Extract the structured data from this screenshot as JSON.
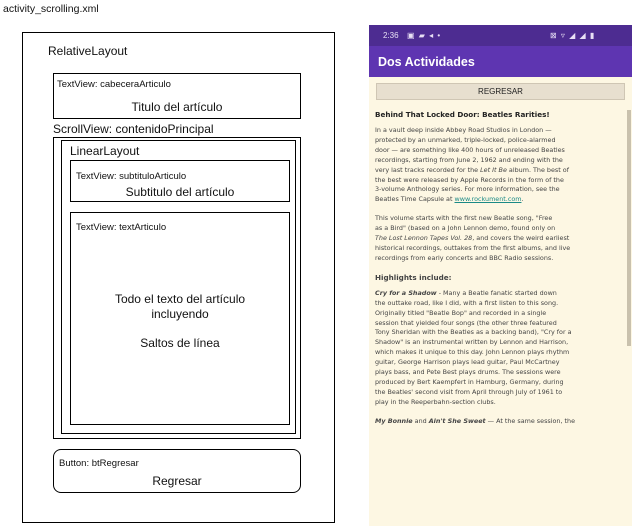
{
  "diagram": {
    "file_name": "activity_scrolling.xml",
    "relative_layout": "RelativeLayout",
    "cabecera": {
      "label": "TextView: cabeceraArticulo",
      "text": "Titulo del artículo"
    },
    "scrollview": "ScrollView: contenidoPrincipal",
    "linear_layout": "LinearLayout",
    "subtitulo": {
      "label": "TextView: subtituloArticulo",
      "text": "Subtitulo del artículo"
    },
    "texto": {
      "label": "TextView: textArticulo",
      "line1": "Todo el texto del artículo",
      "line2": "incluyendo",
      "line3": "Saltos de línea"
    },
    "boton": {
      "label": "Button: btRegresar",
      "text": "Regresar"
    }
  },
  "phone": {
    "status_time": "2:36",
    "status_icons_left": "▣ ▰ ◂ •",
    "status_icons_right": "⊠ ▿ ◢ ◢ ▮",
    "app_title": "Dos Actividades",
    "button_label": "REGRESAR",
    "article_heading": "Behind That Locked Door: Beatles Rarities!",
    "para1_lines": [
      "In a vault deep inside Abbey Road Studios in London —",
      "protected by an unmarked, triple-locked, police-alarmed",
      "door — are something like 400 hours of unreleased Beatles",
      "recordings, starting from June 2, 1962 and ending with the",
      "very last tracks recorded for the ",
      "Let It Be",
      " album. The best of",
      "the best were released by Apple Records in the form of the",
      "3-volume Anthology series. For more information, see the",
      "Beatles Time Capsule at ",
      "www.rockument.com",
      "."
    ],
    "para2_lines": [
      "This volume starts with the first new Beatle song, \"Free",
      "as a Bird\" (based on a John Lennon demo, found only on",
      "The Lost Lennon Tapes Vol. 28",
      ", and covers the weird earliest",
      "historical recordings, outtakes from the first albums, and live",
      "recordings from early concerts and BBC Radio sessions."
    ],
    "highlights_label": "Highlights include:",
    "para3_lines": [
      "Cry for a Shadow",
      " - Many a Beatle fanatic started down",
      "the outtake road, like I did, with a first listen to this song.",
      "Originally titled \"Beatle Bop\" and recorded in a single",
      "session that yielded four songs (the other three featured",
      "Tony Sheridan with the Beatles as a backing band), \"Cry for a",
      "Shadow\" is an instrumental written by Lennon and Harrison,",
      "which makes it unique to this day. John Lennon plays rhythm",
      "guitar, George Harrison plays lead guitar, Paul McCartney",
      "plays bass, and Pete Best plays drums. The sessions were",
      "produced by Bert Kaempfert in Hamburg, Germany, during",
      "the Beatles' second visit from April through July of 1961 to",
      "play in the Reeperbahn-section clubs."
    ],
    "para4_lines": [
      "My Bonnie",
      " and ",
      "Ain't She Sweet",
      " — At the same session, the"
    ]
  }
}
